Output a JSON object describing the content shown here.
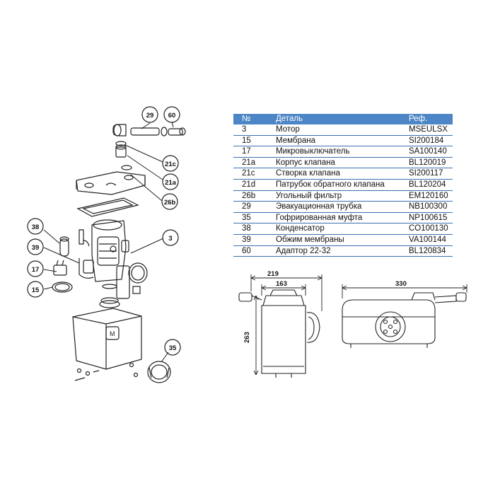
{
  "table": {
    "headers": {
      "num": "№",
      "part": "Деталь",
      "ref": "Реф."
    },
    "rows": [
      {
        "num": "3",
        "part": "Мотор",
        "ref": "MSEULSX"
      },
      {
        "num": "15",
        "part": "Мембрана",
        "ref": "SI200184"
      },
      {
        "num": "17",
        "part": "Микровыключатель",
        "ref": "SA100140"
      },
      {
        "num": "21a",
        "part": "Корпус клапана",
        "ref": "BL120019"
      },
      {
        "num": "21c",
        "part": "Створка клапана",
        "ref": "SI200117"
      },
      {
        "num": "21d",
        "part": "Патрубок обратного клапана",
        "ref": "BL120204"
      },
      {
        "num": "26b",
        "part": "Угольный фильтр",
        "ref": "EM120160"
      },
      {
        "num": "29",
        "part": "Эвакуационная трубка",
        "ref": "NB100300"
      },
      {
        "num": "35",
        "part": "Гофрированная муфта",
        "ref": "NP100615"
      },
      {
        "num": "38",
        "part": "Конденсатор",
        "ref": "CO100130"
      },
      {
        "num": "39",
        "part": "Обжим мембраны",
        "ref": "VA100144"
      },
      {
        "num": "60",
        "part": "Адаптор 22-32",
        "ref": "BL120834"
      }
    ]
  },
  "callouts": {
    "c29": "29",
    "c60": "60",
    "c21c": "21c",
    "c21a": "21a",
    "c26b": "26b",
    "c3": "3",
    "c38": "38",
    "c39": "39",
    "c17": "17",
    "c15": "15",
    "c35": "35"
  },
  "dimensions": {
    "width_total": "219",
    "width_body": "163",
    "height": "263",
    "length": "330"
  },
  "colors": {
    "header": "#4d86c6",
    "rule": "#3b6fb0",
    "line": "#222222"
  }
}
